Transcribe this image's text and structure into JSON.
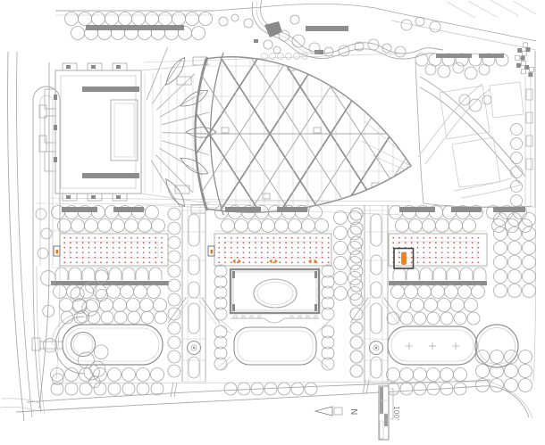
{
  "compass": {
    "north_label": "N"
  },
  "scale_bar": {
    "label": "100'"
  },
  "colors": {
    "line": "#a8a8a8",
    "line_light": "#c6c6c6",
    "line_dark": "#8f8f8f",
    "hedge": "#8d8d8d",
    "red_dot": "#c65b5b",
    "orange": "#e07b1f",
    "orange_bright": "#f08418",
    "selection": "#454545",
    "background": "#ffffff"
  },
  "symbols": {
    "tree": "open circle outline",
    "hedge": "dark gray bar",
    "red_dot_grid": "grid of small red dots inside long rectangles",
    "selected_object": "bright orange bar inside dark selection square",
    "north_arrow": "open arrow pointing left",
    "scale_bar": "segmented vertical bar"
  }
}
